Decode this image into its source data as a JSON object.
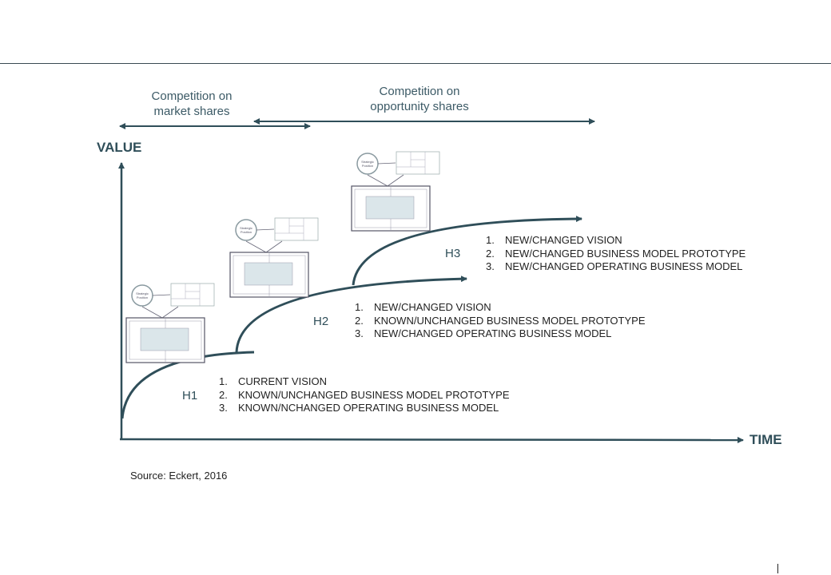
{
  "header": {
    "left": [
      "Competition on",
      "market shares"
    ],
    "right": [
      "Competition on",
      "opportunity shares"
    ]
  },
  "axes": {
    "y_label": "VALUE",
    "x_label": "TIME"
  },
  "horizons": [
    {
      "label": "H1",
      "items": [
        "CURRENT VISION",
        "KNOWN/UNCHANGED BUSINESS MODEL PROTOTYPE",
        "KNOWN/NCHANGED OPERATING BUSINESS MODEL"
      ]
    },
    {
      "label": "H2",
      "items": [
        "NEW/CHANGED VISION",
        "KNOWN/UNCHANGED BUSINESS MODEL PROTOTYPE",
        "NEW/CHANGED OPERATING BUSINESS MODEL"
      ]
    },
    {
      "label": "H3",
      "items": [
        "NEW/CHANGED VISION",
        "NEW/CHANGED BUSINESS MODEL PROTOTYPE",
        "NEW/CHANGED OPERATING BUSINESS MODEL"
      ]
    }
  ],
  "thumbnail": {
    "circle_text": [
      "Strategic",
      "Position"
    ]
  },
  "source": "Source: Eckert, 2016",
  "colors": {
    "line": "#2f4e59",
    "text": "#222222",
    "accent_fill": "#dbe6ea"
  }
}
